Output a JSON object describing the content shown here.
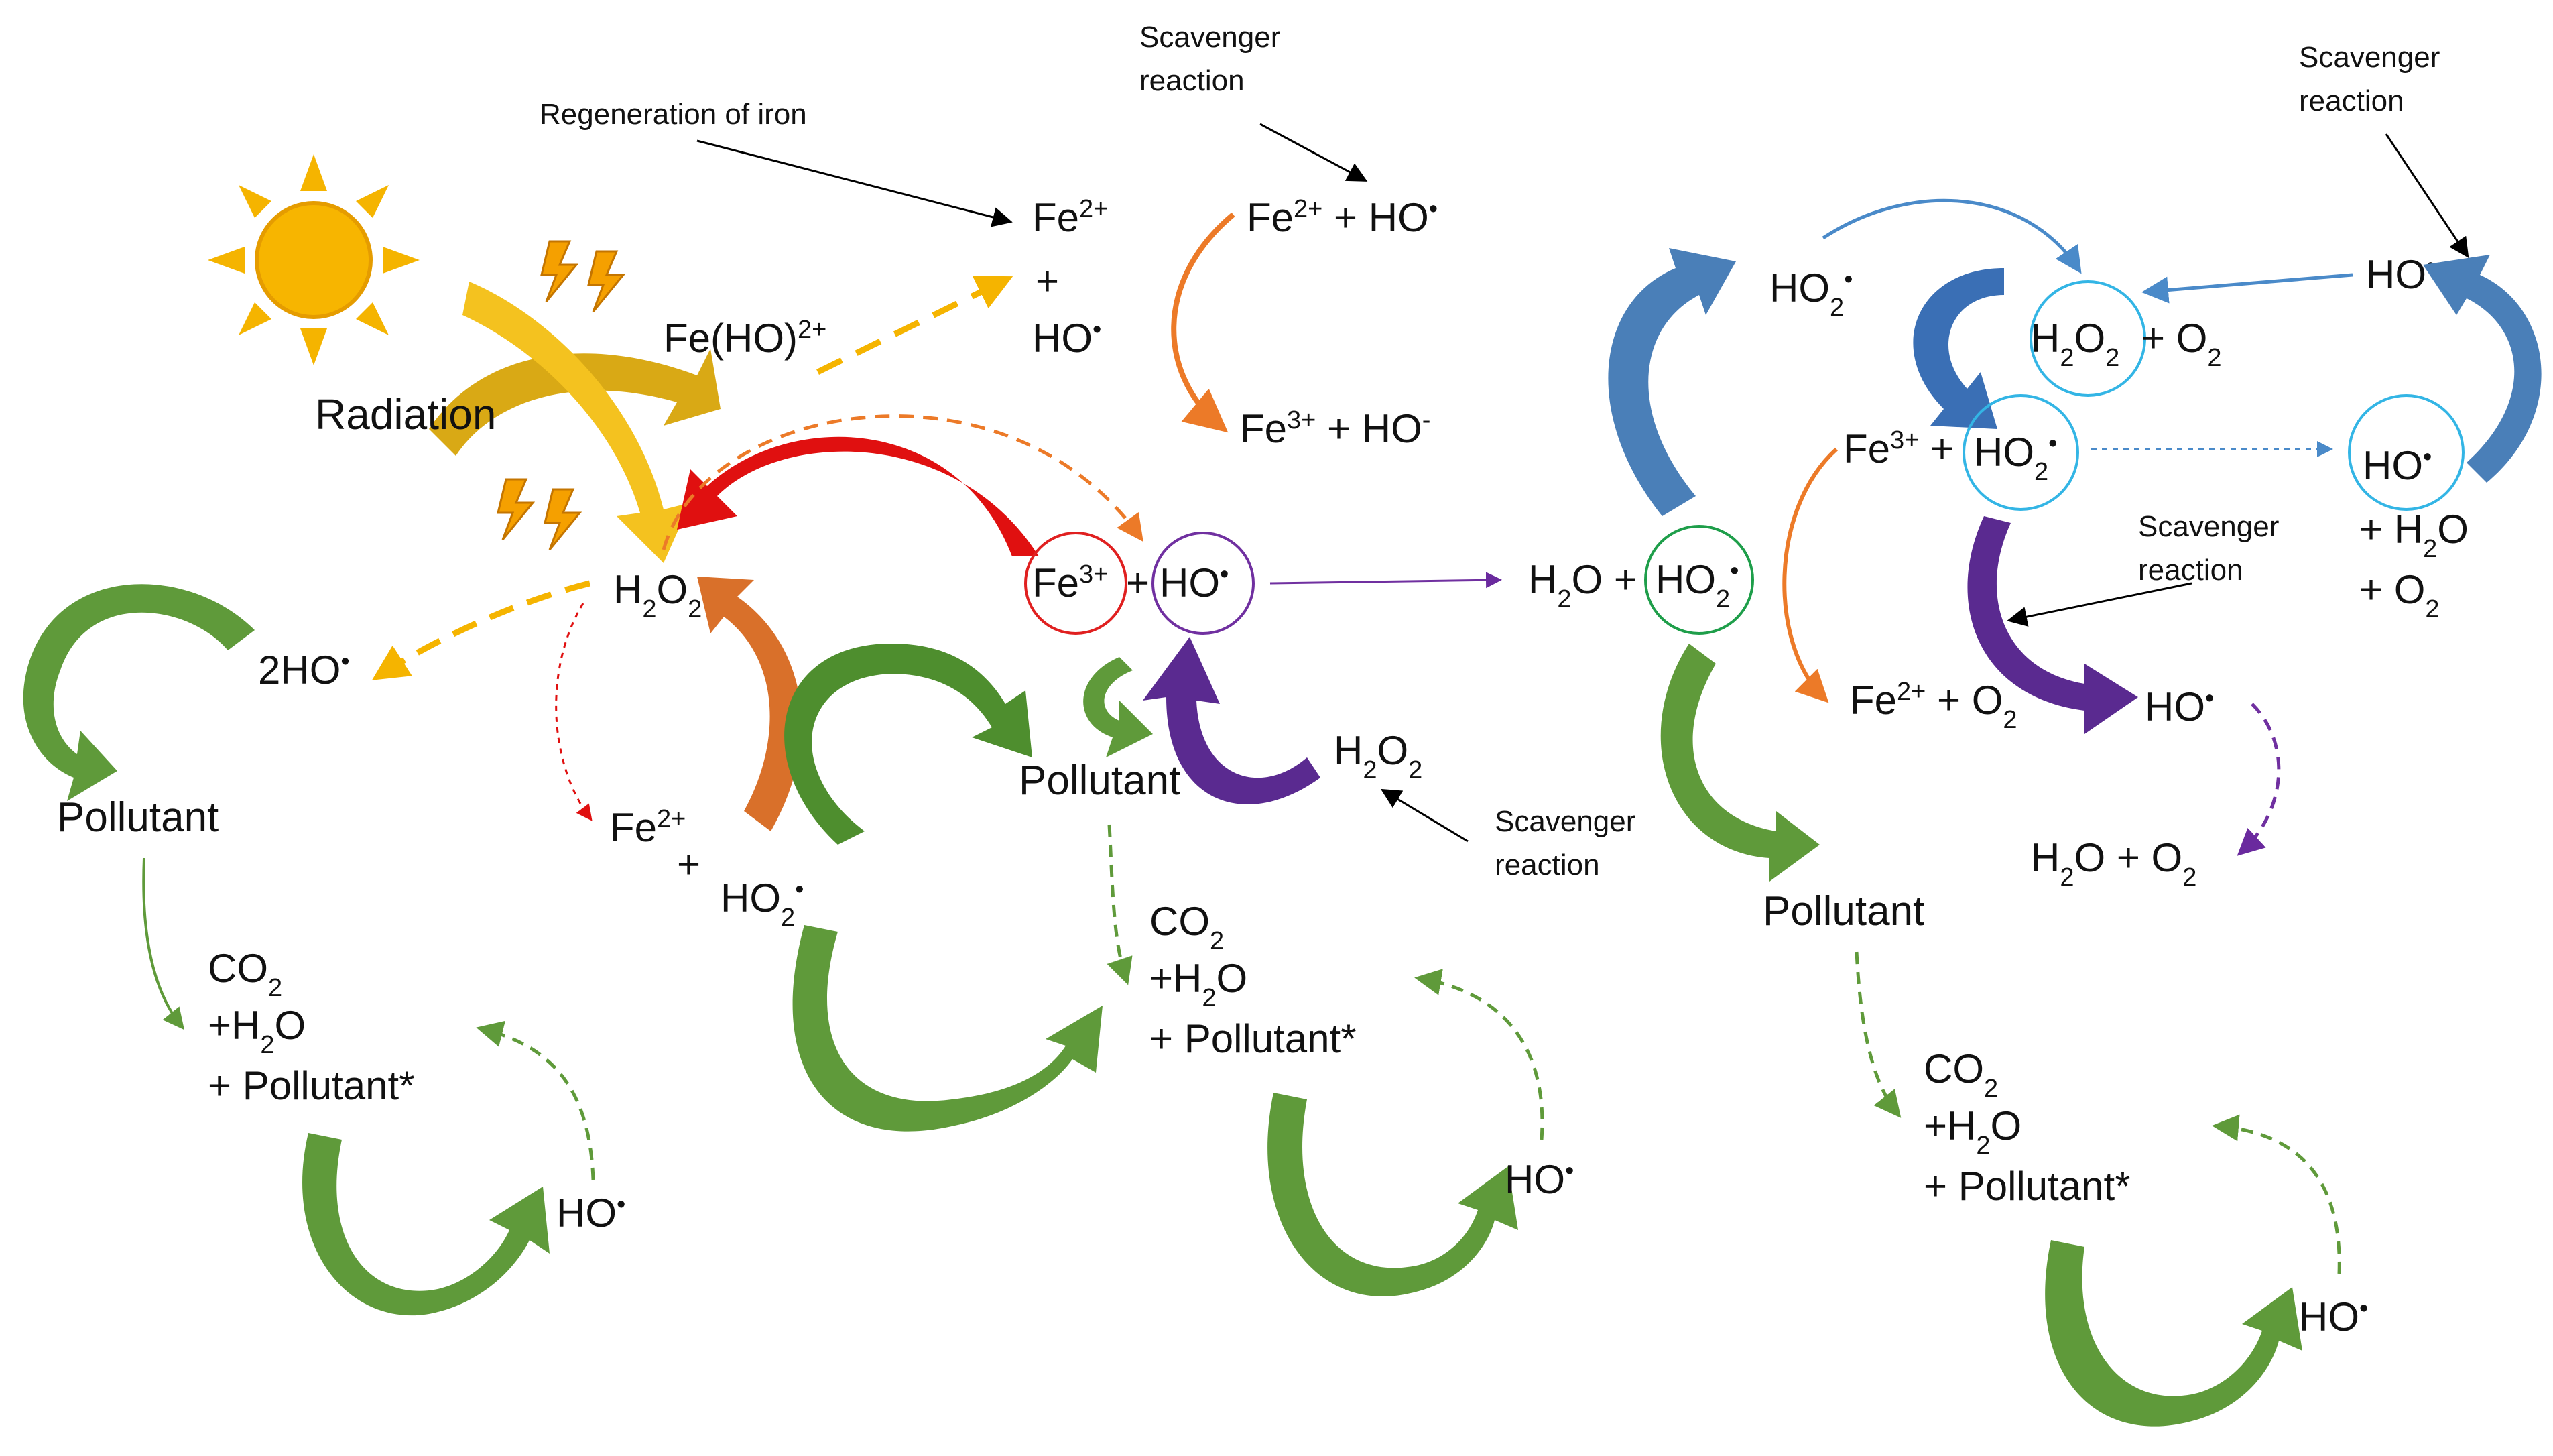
{
  "labels": {
    "radiation": "Radiation",
    "regeneration_of_iron": "Regeneration of iron",
    "scavenger_top_l1": "Scavenger",
    "scavenger_top_l2": "reaction",
    "scavenger_topright_l1": "Scavenger",
    "scavenger_topright_l2": "reaction",
    "scavenger_mid_l1": "Scavenger",
    "scavenger_mid_l2": "reaction",
    "scavenger_right_l1": "Scavenger",
    "scavenger_right_l2": "reaction"
  },
  "species": {
    "fe2": "Fe",
    "fe3": "Fe",
    "charge2": "2+",
    "charge3": "3+",
    "plus": "+",
    "ho": "HO",
    "radical_dot": "•",
    "hyd": "H",
    "oxy": "O",
    "sub2": "2",
    "fe_ho_complex": "Fe(HO)",
    "two_ho": "2HO",
    "minus": "-",
    "water_plus": "H",
    "co2": "CO",
    "plus_water": "+H",
    "pollutant": "Pollutant",
    "plus_pollutant_star": "+ Pollutant*",
    "equals_water_part": "O +",
    "h2o_o2": "O + O"
  },
  "colors": {
    "sun": "#f5b400",
    "red_arrow": "#e01010",
    "orange_arrow": "#ec7a28",
    "purple_arrow": "#6a2a9e",
    "green_arrow": "#5f9a3a",
    "blue_arrow": "#4a8ac9",
    "circle_red": "#e02020",
    "circle_purple": "#7030a0",
    "circle_green": "#1e9e4a",
    "circle_blue": "#33b5e5"
  }
}
